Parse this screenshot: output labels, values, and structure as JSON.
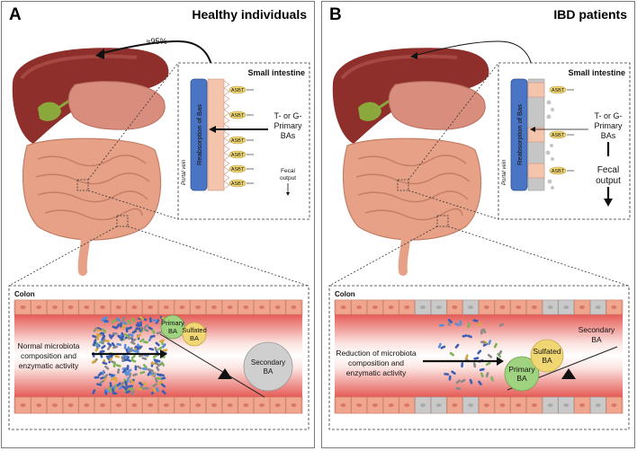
{
  "panel_a": {
    "letter": "A",
    "title": "Healthy individuals",
    "recycle_label": "≈95%",
    "small_intestine_label": "Small intestine",
    "reabsorption_label": "Reabsorption of Bas",
    "portal_vein_label": "Portal vein",
    "transporter_label": "ASBT",
    "primary_ba_lines": [
      "T- or G-",
      "Primary",
      "BAs"
    ],
    "fecal_output_lines": [
      "Fecal",
      "output"
    ],
    "colon_label": "Colon",
    "microbiota_lines": [
      "Normal microbiota",
      "composition and",
      "enzymatic activity"
    ],
    "bubble_primary": [
      "Primary",
      "BA"
    ],
    "bubble_sulfated": [
      "Sulfated",
      "BA"
    ],
    "bubble_secondary": [
      "Secondary",
      "BA"
    ]
  },
  "panel_b": {
    "letter": "B",
    "title": "IBD patients",
    "small_intestine_label": "Small intestine",
    "reabsorption_label": "Reabsorption of Bas",
    "portal_vein_label": "Portal vein",
    "transporter_label": "ASBT",
    "primary_ba_lines": [
      "T- or G-",
      "Primary",
      "BAs"
    ],
    "fecal_output_lines": [
      "Fecal",
      "output"
    ],
    "colon_label": "Colon",
    "microbiota_lines": [
      "Reduction of microbiota",
      "composition and",
      "enzymatic activity"
    ],
    "bubble_primary": [
      "Primary",
      "BA"
    ],
    "bubble_sulfated": [
      "Sulfated",
      "BA"
    ],
    "bubble_secondary": [
      "Secondary",
      "BA"
    ]
  },
  "colors": {
    "liver": "#8e2f2b",
    "stomach": "#d98d7d",
    "intestine": "#e6a187",
    "vein": "#4a74c4",
    "cell": "#f4c4ad",
    "primary_ba": "#9fd37f",
    "sulfated_ba": "#f1d774",
    "secondary_ba": "#cfcfcf"
  }
}
